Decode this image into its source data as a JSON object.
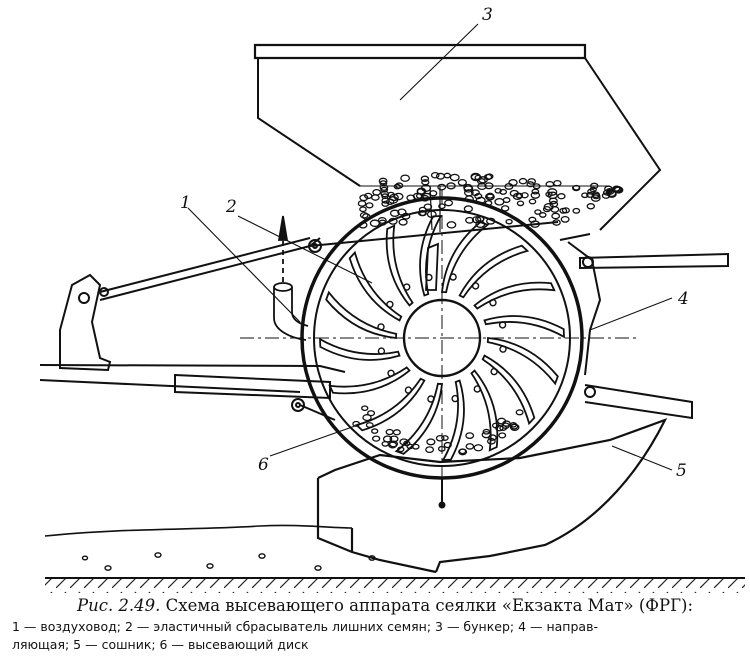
{
  "caption": {
    "fig_number": "Рис. 2.49.",
    "title": "Схема высевающего аппарата сеялки «Екзакта Мат» (ФРГ):",
    "legend_line1": "1 — воздуховод; 2 — эластичный сбрасыватель лишних семян; 3 — бункер; 4 — направ-",
    "legend_line2": "ляющая; 5 — сошник; 6 — высевающий диск"
  },
  "labels": {
    "l1": "1",
    "l2": "2",
    "l3": "3",
    "l4": "4",
    "l5": "5",
    "l6": "6"
  },
  "parts": [
    {
      "number": "1",
      "name": "воздуховод"
    },
    {
      "number": "2",
      "name": "эластичный сбрасыватель лишних семян"
    },
    {
      "number": "3",
      "name": "бункер"
    },
    {
      "number": "4",
      "name": "направляющая"
    },
    {
      "number": "5",
      "name": "сошник"
    },
    {
      "number": "6",
      "name": "высевающий диск"
    }
  ]
}
